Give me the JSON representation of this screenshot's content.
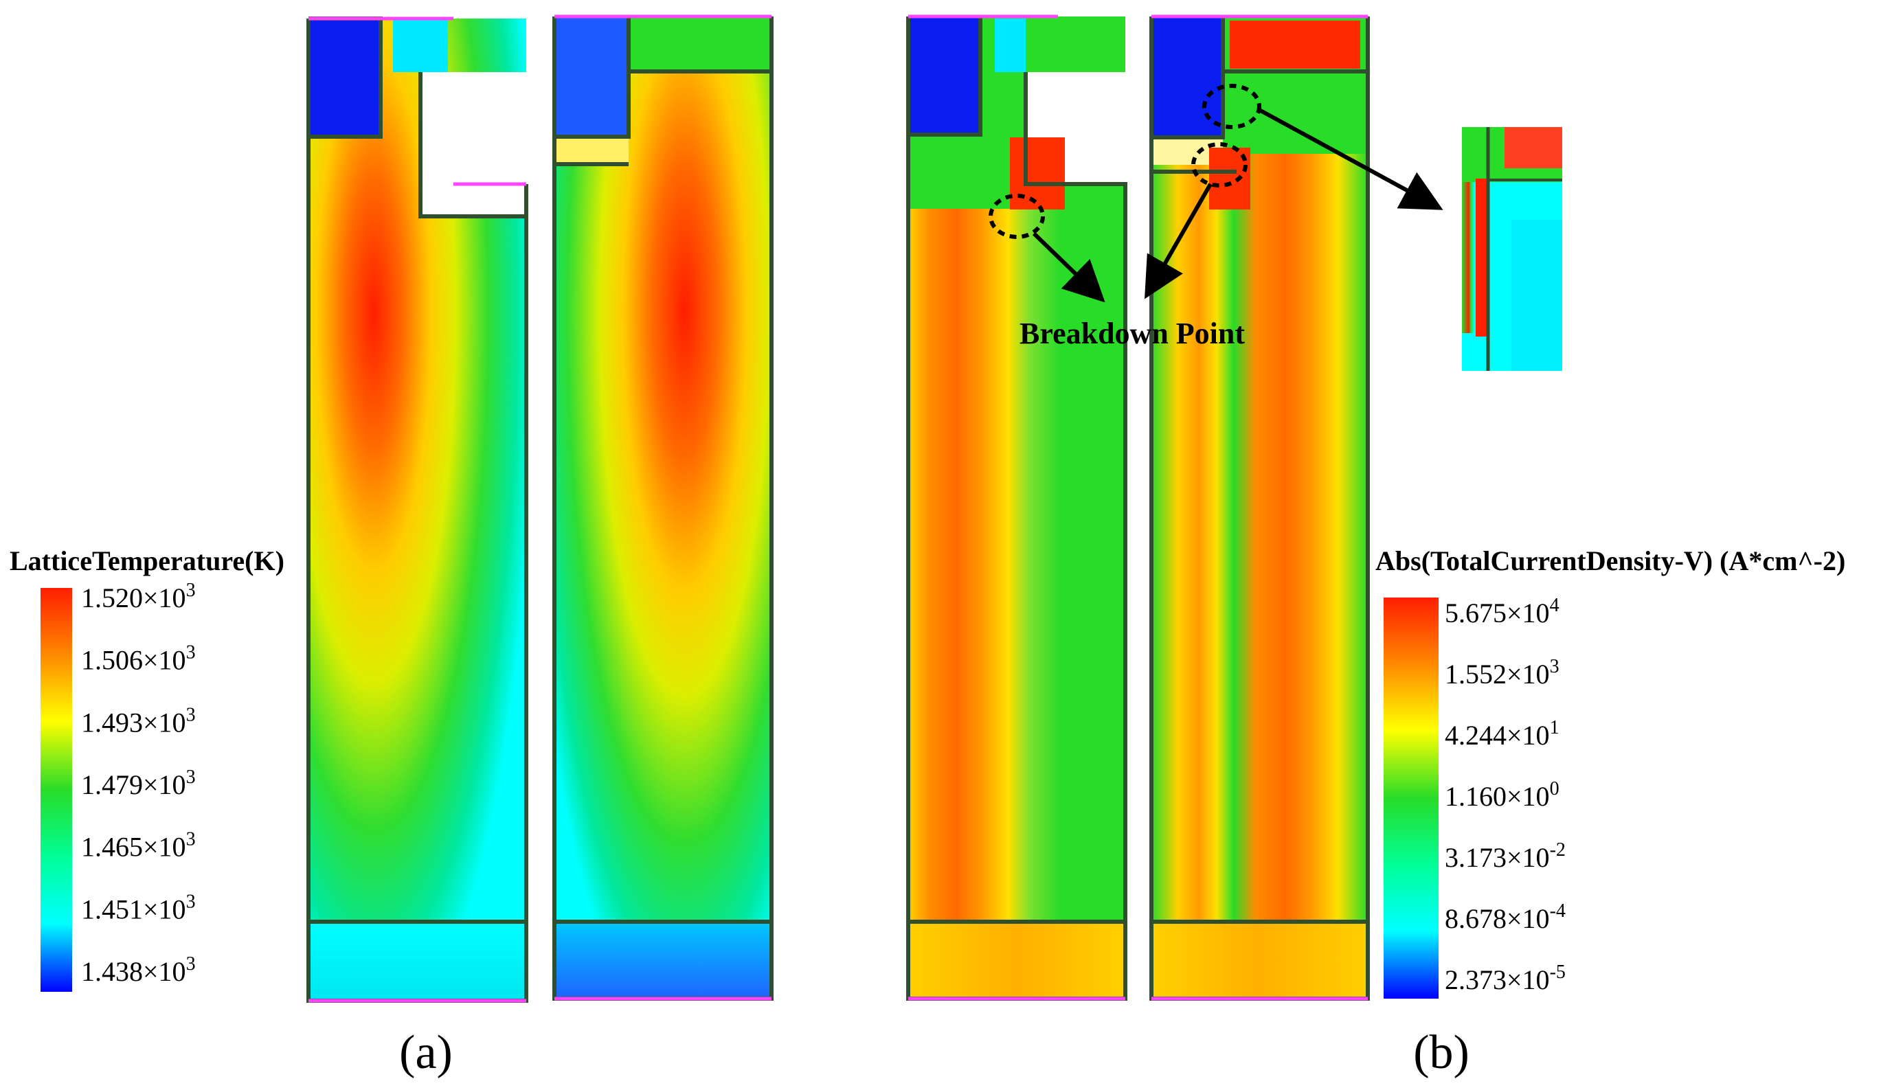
{
  "legend_a": {
    "title": "LatticeTemperature(K)",
    "ticks": [
      {
        "m": "1.520",
        "e": "3"
      },
      {
        "m": "1.506",
        "e": "3"
      },
      {
        "m": "1.493",
        "e": "3"
      },
      {
        "m": "1.479",
        "e": "3"
      },
      {
        "m": "1.465",
        "e": "3"
      },
      {
        "m": "1.451",
        "e": "3"
      },
      {
        "m": "1.438",
        "e": "3"
      }
    ]
  },
  "legend_b": {
    "title": "Abs(TotalCurrentDensity-V) (A*cm^-2)",
    "ticks": [
      {
        "m": "5.675",
        "e": "4"
      },
      {
        "m": "1.552",
        "e": "3"
      },
      {
        "m": "4.244",
        "e": "1"
      },
      {
        "m": "1.160",
        "e": "0"
      },
      {
        "m": "3.173",
        "e": "-2"
      },
      {
        "m": "8.678",
        "e": "-4"
      },
      {
        "m": "2.373",
        "e": "-5"
      }
    ]
  },
  "annotation": "Breakdown Point",
  "panel_labels": {
    "a": "(a)",
    "b": "(b)"
  },
  "colors": {
    "red": "#ff1e00",
    "orange": "#ff8c00",
    "yellow": "#ffff00",
    "green": "#28dc28",
    "cyan": "#00ffff",
    "blue": "#0000ff",
    "device_edge": "#ff44ff",
    "outline": "#2f4f2f"
  }
}
